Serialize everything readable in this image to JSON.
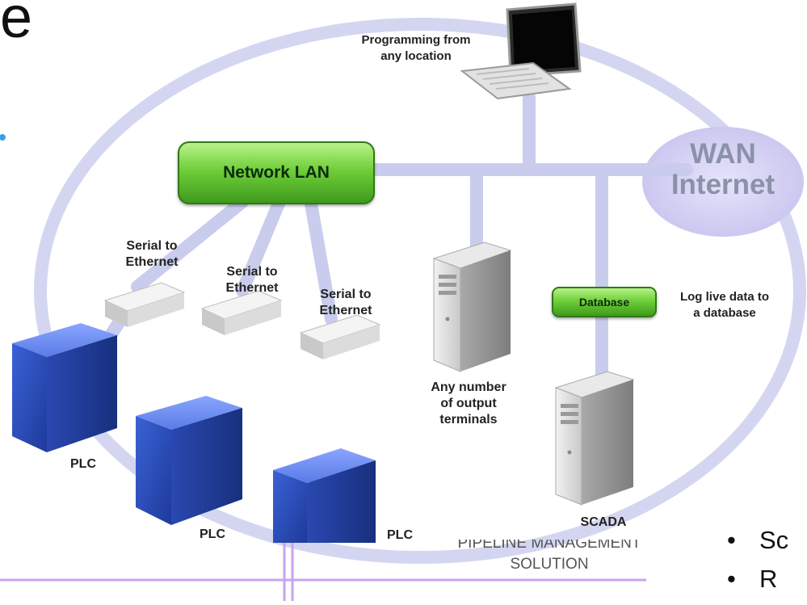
{
  "colors": {
    "ring": "#cfd2ef",
    "bus": "#c9ccec",
    "lan_pill": "#5cc02c",
    "plc_blue": "#2f4fb8",
    "slide_accent": "#c9a3f0"
  },
  "icons": {
    "laptop": "laptop-icon",
    "server": "server-tower-icon",
    "plc": "plc-cube-icon",
    "converter": "serial-ethernet-converter-icon"
  },
  "diagram": {
    "laptop_label": [
      "Programming from",
      "any location"
    ],
    "lan_label": "Network LAN",
    "wan_label": [
      "WAN",
      "Internet"
    ],
    "converters": [
      [
        "Serial to",
        "Ethernet"
      ],
      [
        "Serial to",
        "Ethernet"
      ],
      [
        "Serial to",
        "Ethernet"
      ]
    ],
    "plc_label": "PLC",
    "terminals_label": [
      "Any number",
      "of output",
      "terminals"
    ],
    "database_label": "Database",
    "log_label": [
      "Log live data to",
      "a database"
    ],
    "scada_label": "SCADA"
  },
  "slide": {
    "title_fragment": "e",
    "footer": [
      "PIPELINE MANAGEMENT",
      "SOLUTION"
    ],
    "bullets": [
      "Sc",
      "R"
    ]
  }
}
